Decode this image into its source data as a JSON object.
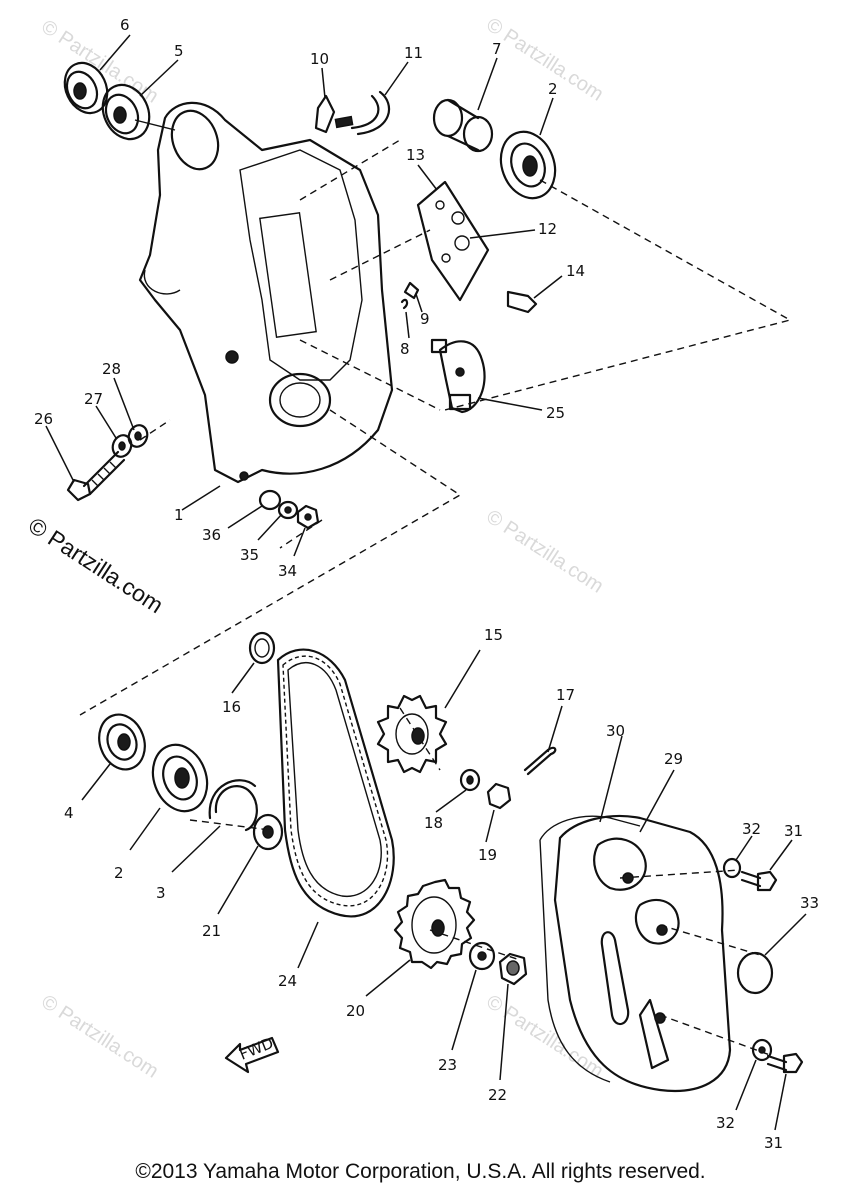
{
  "diagram": {
    "part_numbers": [
      "1",
      "2",
      "3",
      "4",
      "5",
      "6",
      "7",
      "8",
      "9",
      "10",
      "11",
      "12",
      "13",
      "14",
      "15",
      "16",
      "17",
      "18",
      "19",
      "20",
      "21",
      "22",
      "23",
      "24",
      "25",
      "26",
      "27",
      "28",
      "29",
      "30",
      "31",
      "32",
      "33",
      "34",
      "35",
      "36"
    ],
    "fwd_label": "FWD",
    "watermark_text": "© Partzilla.com",
    "watermark_faint": "© Partzilla.com",
    "copyright": "©2013  Yamaha Motor Corporation, U.S.A. All rights reserved."
  }
}
